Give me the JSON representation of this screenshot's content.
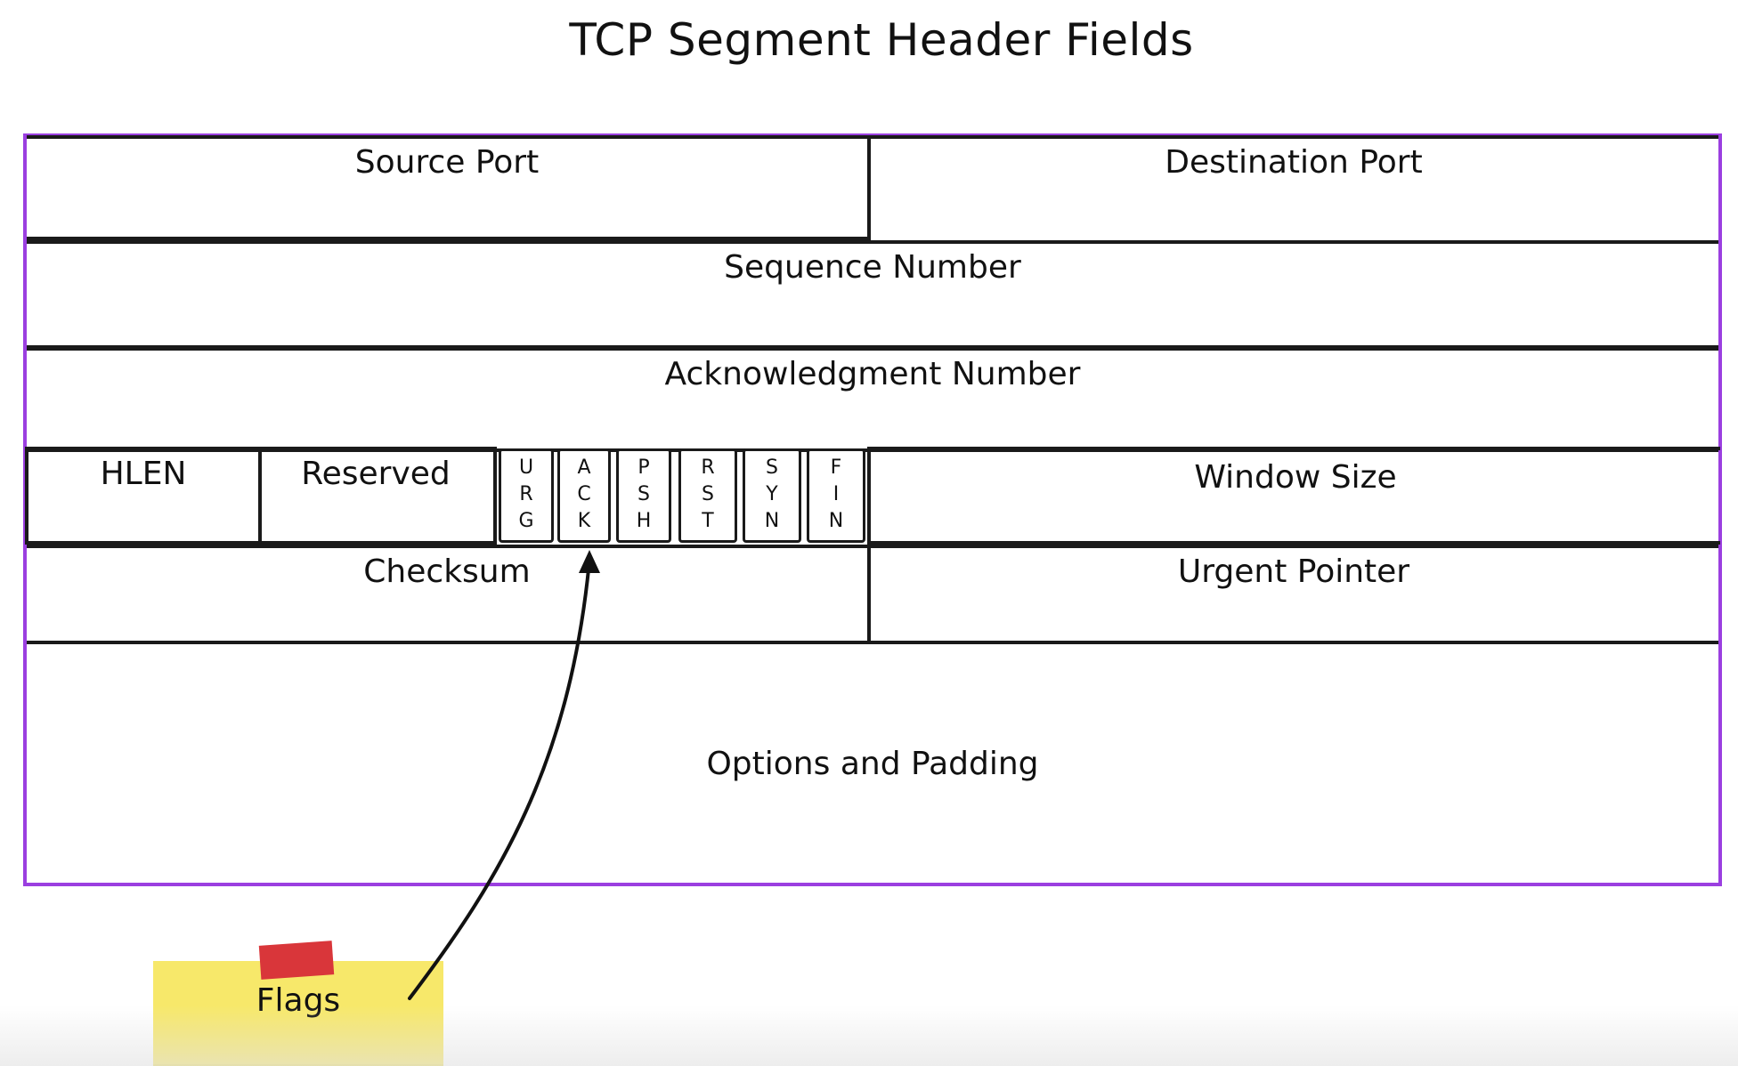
{
  "title": "TCP Segment Header Fields",
  "fields": {
    "source_port": "Source Port",
    "destination_port": "Destination Port",
    "sequence_number": "Sequence Number",
    "acknowledgment_number": "Acknowledgment Number",
    "hlen": "HLEN",
    "reserved": "Reserved",
    "window_size": "Window Size",
    "checksum": "Checksum",
    "urgent_pointer": "Urgent Pointer",
    "options_padding": "Options and Padding"
  },
  "flags": {
    "urg": [
      "U",
      "R",
      "G"
    ],
    "ack": [
      "A",
      "C",
      "K"
    ],
    "psh": [
      "P",
      "S",
      "H"
    ],
    "rst": [
      "R",
      "S",
      "T"
    ],
    "syn": [
      "S",
      "Y",
      "N"
    ],
    "fin": [
      "F",
      "I",
      "N"
    ]
  },
  "note": {
    "label": "Flags"
  },
  "colors": {
    "frame": "#9b3fe0",
    "note": "#f7e86a",
    "tape": "#d9363a"
  }
}
